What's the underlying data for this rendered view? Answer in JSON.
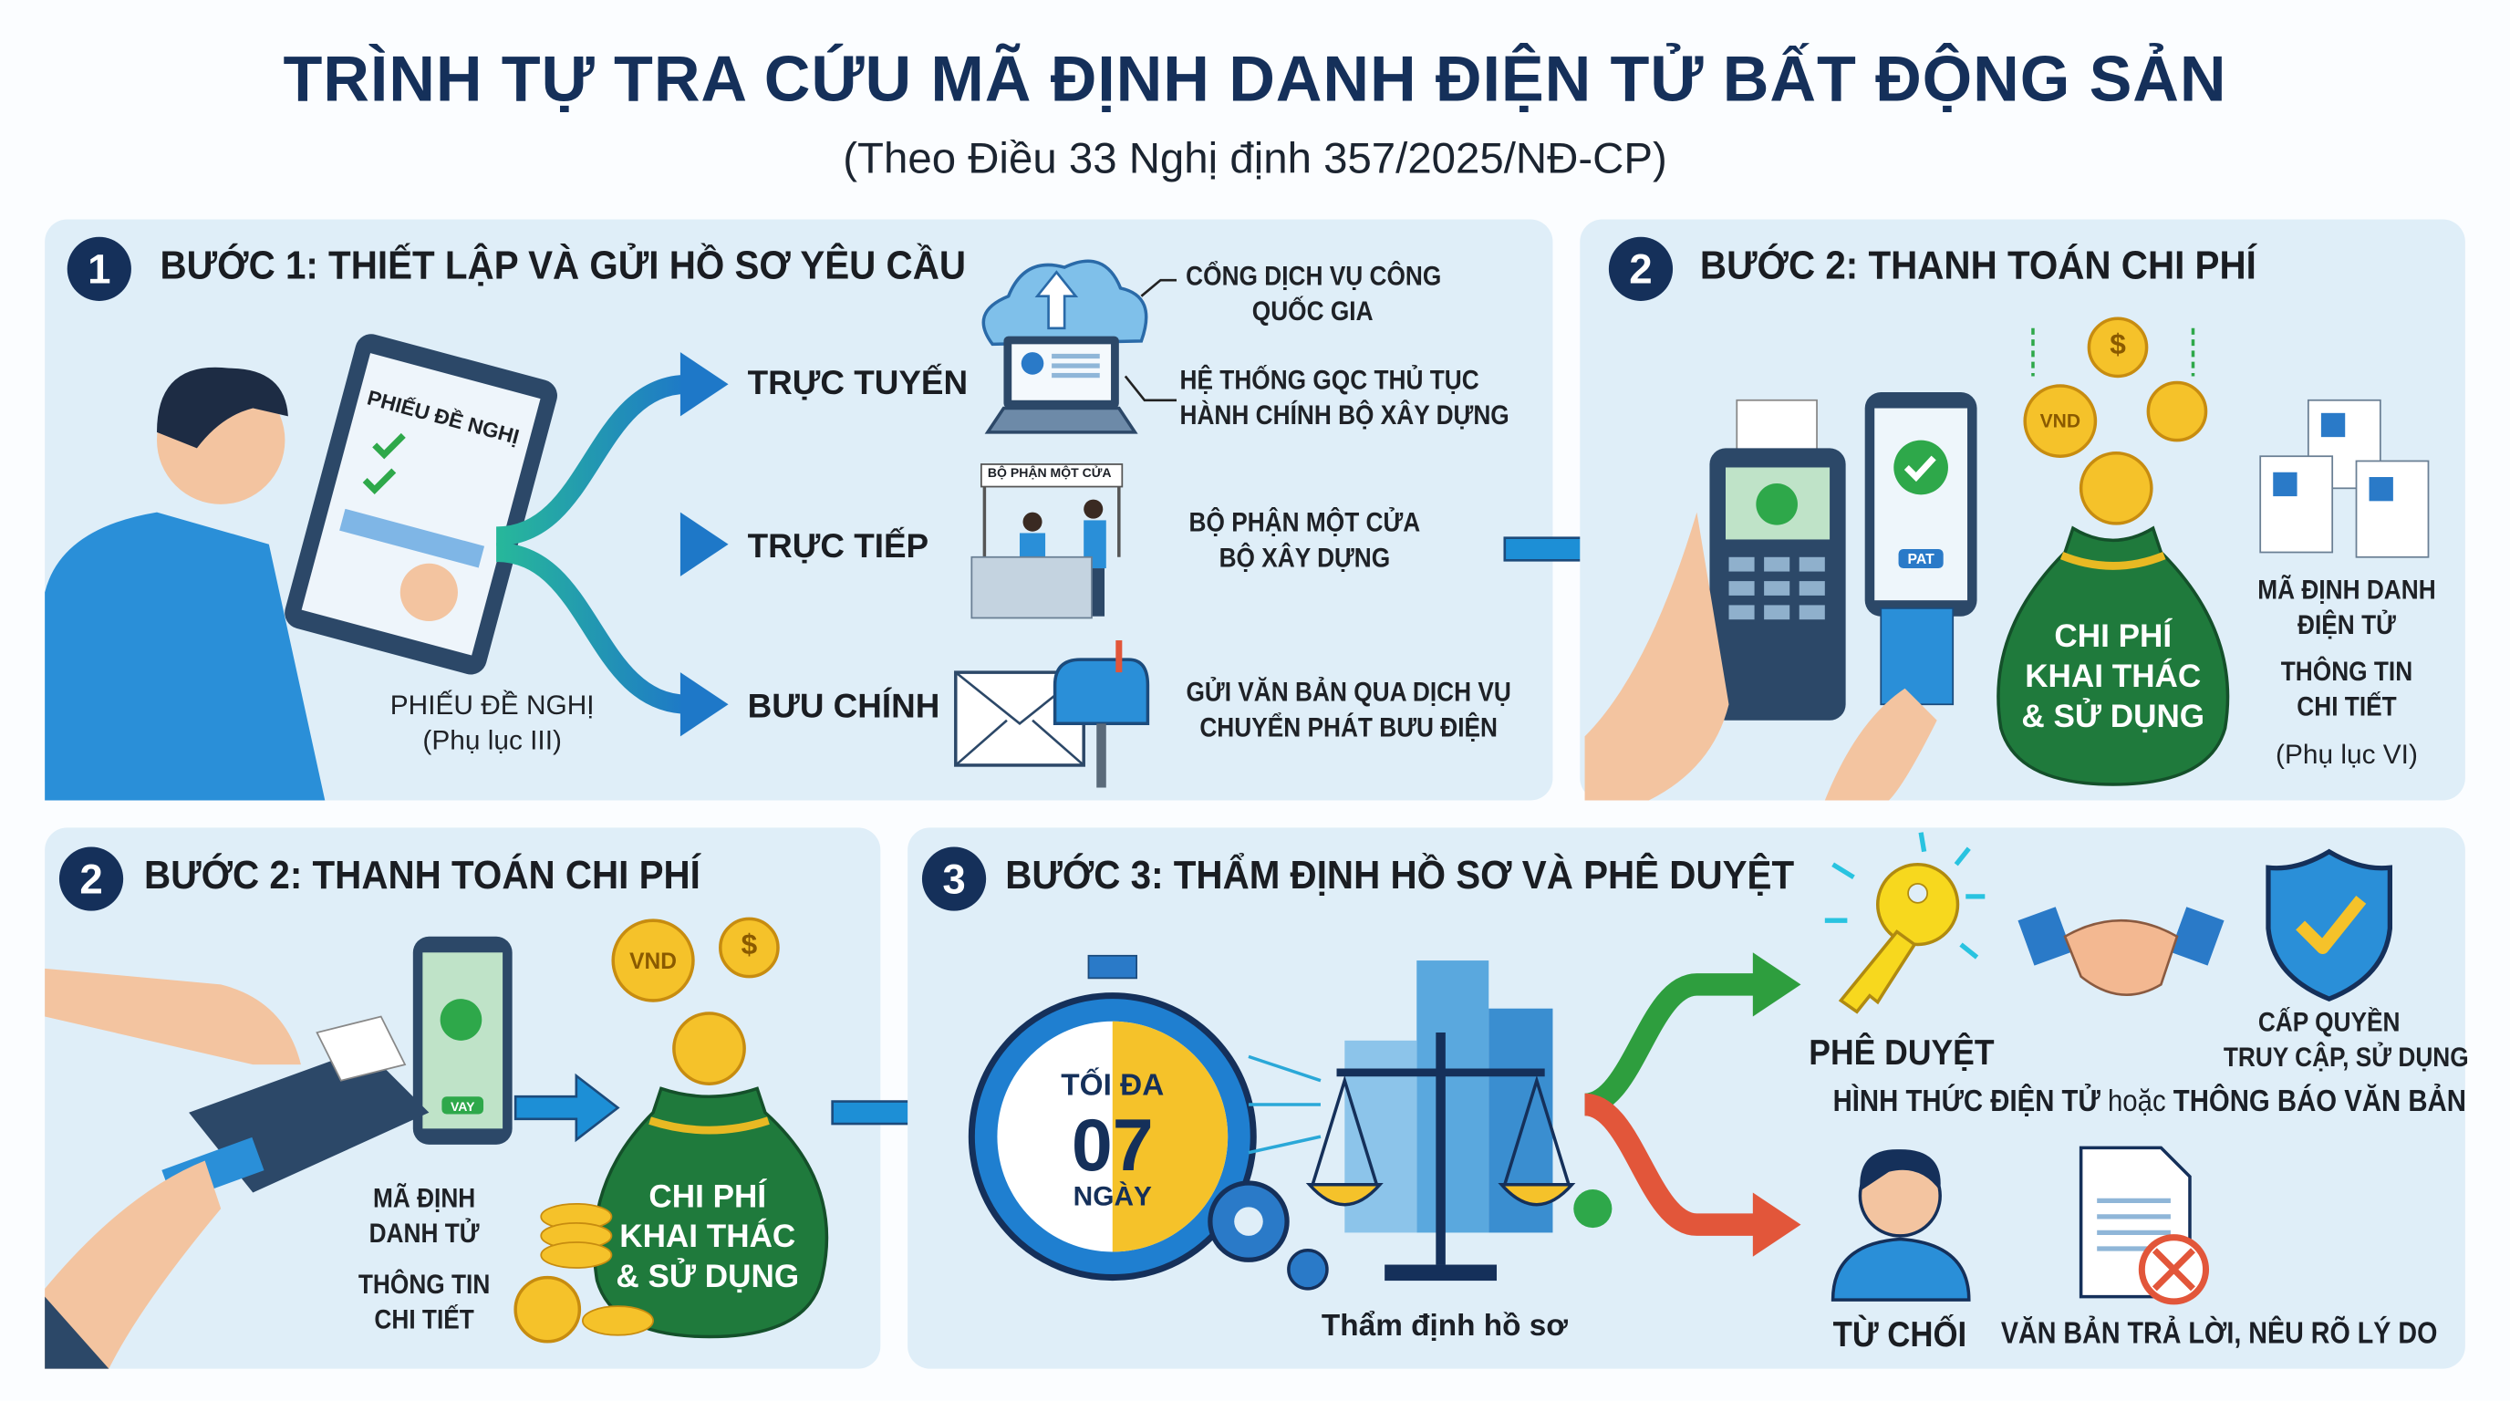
{
  "header": {
    "title": "TRÌNH TỰ TRA CỨU MÃ ĐỊNH DANH ĐIỆN TỬ BẤT ĐỘNG SẢN",
    "subtitle": "(Theo Điều 33 Nghị định 357/2025/NĐ-CP)"
  },
  "step1": {
    "number": "1",
    "heading": "BƯỚC 1: THIẾT LẬP VÀ GỬI HỒ SƠ YÊU CẦU",
    "tablet_label": "PHIẾU ĐỀ NGHỊ",
    "form_label": "PHIẾU ĐỀ NGHỊ",
    "form_appendix": "(Phụ lục III)",
    "channels": [
      {
        "label": "TRỰC TUYẾN",
        "desc_lines": [
          "CỔNG DỊCH VỤ CÔNG QUỐC GIA",
          "HỆ THỐNG GQC THỦ TỤC HÀNH CHÍNH BỘ XÂY DỰNG"
        ]
      },
      {
        "label": "TRỰC TIẾP",
        "sign": "BỘ PHẬN MỘT CỬA",
        "desc": "BỘ PHẬN MỘT CỬA BỘ XÂY DỰNG"
      },
      {
        "label": "BƯU CHÍNH",
        "desc": "GỬI VĂN BẢN QUA DỊCH VỤ CHUYỂN PHÁT BƯU ĐIỆN"
      }
    ],
    "portal_line1": "CỔNG DỊCH VỤ CÔNG",
    "portal_line2": "QUỐC GIA",
    "system_line1": "HỆ THỐNG GQC THỦ TỤC",
    "system_line2": "HÀNH CHÍNH BỘ XÂY DỰNG",
    "counter_line1": "BỘ PHẬN MỘT CỬA",
    "counter_line2": "BỘ XÂY DỰNG",
    "post_line1": "GỬI VĂN BẢN QUA DỊCH VỤ",
    "post_line2": "CHUYỂN PHÁT BƯU ĐIỆN"
  },
  "step2_top": {
    "number": "2",
    "heading": "BƯỚC 2: THANH TOÁN CHI PHÍ",
    "phone_badge": "PAT",
    "coin_vnd": "VND",
    "coin_usd": "$",
    "bag_line1": "CHI PHÍ",
    "bag_line2": "KHAI THÁC",
    "bag_line3": "& SỬ DỤNG",
    "id_line1": "MÃ ĐỊNH DANH",
    "id_line2": "ĐIỆN TỬ",
    "info_line1": "THÔNG TIN",
    "info_line2": "CHI TIẾT",
    "appendix": "(Phụ lục VI)"
  },
  "step2_bottom": {
    "number": "2",
    "heading": "BƯỚC 2: THANH TOÁN CHI PHÍ",
    "phone_badge": "VAY",
    "coin_vnd": "VND",
    "coin_usd": "$",
    "id_line1": "MÃ ĐỊNH",
    "id_line2": "DANH TỬ",
    "info_line1": "THÔNG TIN",
    "info_line2": "CHI TIẾT",
    "bag_line1": "CHI PHÍ",
    "bag_line2": "KHAI THÁC",
    "bag_line3": "& SỬ DỤNG"
  },
  "step3": {
    "number": "3",
    "heading": "BƯỚC 3: THẨM ĐỊNH HỒ SƠ VÀ PHÊ DUYỆT",
    "timer_top": "TỐI ĐA",
    "timer_value": "07",
    "timer_unit": "NGÀY",
    "review_label": "Thẩm định hồ sơ",
    "approve_label": "PHÊ DUYỆT",
    "grant_line1": "CẤP QUYỀN",
    "grant_line2": "TRUY CẬP, SỬ DỤNG",
    "form_pre": "HÌNH THỨC ĐIỆN TỬ ",
    "form_mid": "hoặc",
    "form_post": " THÔNG BÁO VĂN BẢN",
    "reject_label": "TỪ CHỐI",
    "reject_desc": "VĂN BẢN TRẢ LỜI, NÊU RÕ LÝ DO"
  },
  "colors": {
    "navy": "#15305a",
    "panel": "#dfeef8",
    "green_bag": "#1f7a3c",
    "approve_arrow": "#2e9e3e",
    "reject_arrow": "#e2563a",
    "flow_arrow": "#1d8fd6"
  }
}
